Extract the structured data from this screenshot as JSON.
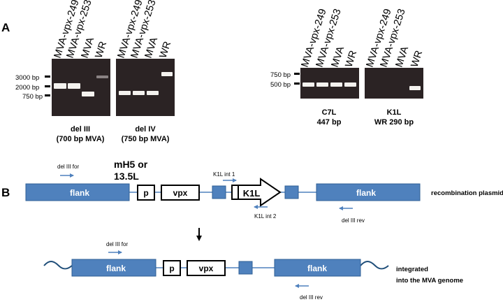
{
  "panel_labels": {
    "a": "A",
    "b": "B"
  },
  "lane_labels": {
    "gel1": [
      "MVA-vpx-249",
      "MVA-vpx-253",
      "MVA",
      "WR"
    ],
    "gel2": [
      "MVA-vpx-249",
      "MVA-vpx-253",
      "MVA",
      "WR"
    ],
    "gel3": [
      "MVA-vpx-249",
      "MVA-vpx-253",
      "MVA",
      "WR"
    ],
    "gel4": [
      "MVA-vpx-249",
      "MVA-vpx-253",
      "MVA",
      "WR"
    ]
  },
  "markers": {
    "left": [
      "3000 bp",
      "2000 bp",
      "750 bp"
    ],
    "right": [
      "750 bp",
      "500 bp"
    ]
  },
  "captions": {
    "gel1": [
      "del III",
      "(700 bp MVA)"
    ],
    "gel2": [
      "del IV",
      "(750 bp MVA)"
    ],
    "gel3": [
      "C7L",
      "447 bp"
    ],
    "gel4": [
      "K1L",
      "WR 290 bp"
    ]
  },
  "plasmid": {
    "promoter_label": [
      "mH5 or",
      "13.5L"
    ],
    "p_box": "p",
    "vpx_box": "vpx",
    "k1l_box": "K1L",
    "flank_left": "flank",
    "flank_right": "flank",
    "primer_del3_for": "del III for",
    "primer_k1l_int1": "K1L int 1",
    "primer_k1l_int2": "K1L int 2",
    "primer_del3_rev": "del III rev",
    "side_label": "recombination plasmid"
  },
  "genome": {
    "p_box": "p",
    "vpx_box": "vpx",
    "flank_left": "flank",
    "flank_right": "flank",
    "primer_del3_for": "del III for",
    "primer_del3_rev": "del III rev",
    "side_label": [
      "integrated",
      "into the MVA genome"
    ]
  },
  "colors": {
    "flank": "#4f81bd",
    "gel": "#2b2324",
    "primer_arrow": "#4f81bd"
  }
}
